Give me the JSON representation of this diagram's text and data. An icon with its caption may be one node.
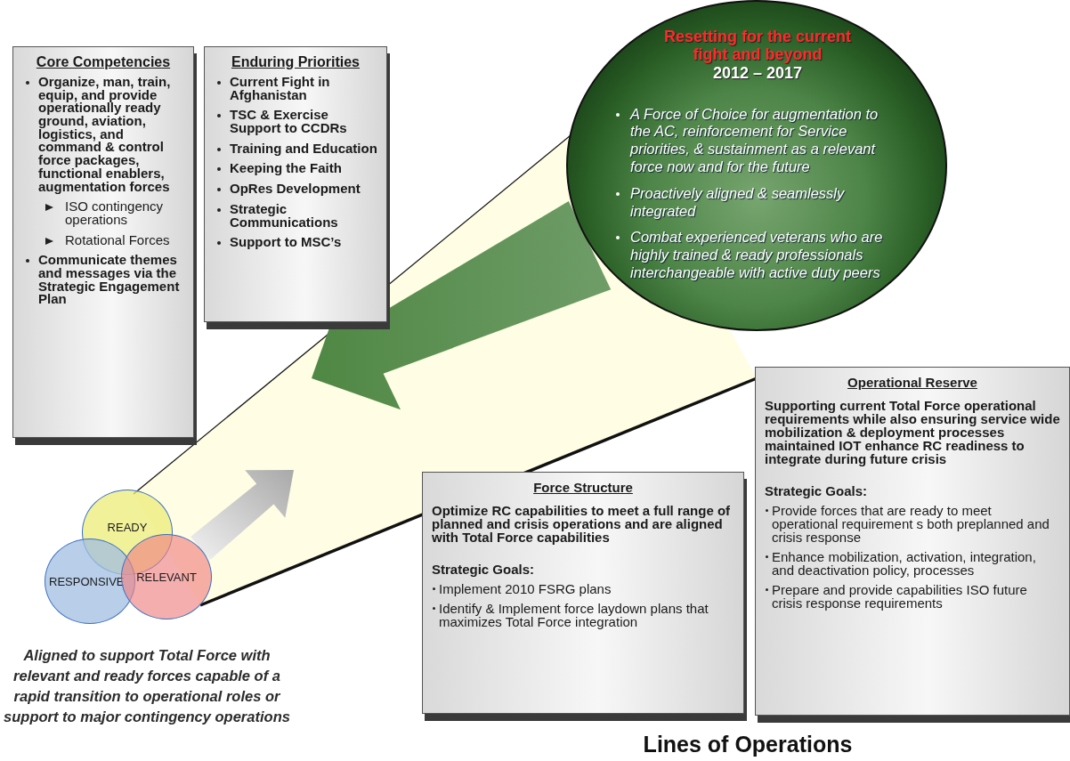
{
  "diagram": {
    "caption": "Lines of Operations",
    "nodes": [
      {
        "text": [
          "Core Competencies",
          "Organize, man, train, equip, and provide operationally ready ground, aviation, logistics, and command & control force packages, functional enablers, augmentation forces",
          "ISO contingency operations",
          "Rotational Forces",
          "Communicate themes and messages via the Strategic Engagement Plan"
        ]
      },
      {
        "text": [
          "Enduring Priorities",
          "Current Fight in Afghanistan",
          "TSC & Exercise Support to CCDRs",
          "Training and Education",
          "Keeping the Faith",
          "OpRes Development",
          "Strategic Communications",
          "Support to MSC’s"
        ]
      },
      {
        "text": [
          "Resetting for the current fight and beyond",
          "2012 – 2017",
          "A Force of Choice for augmentation to the AC, reinforcement for Service priorities, & sustainment as a relevant force now and for the future",
          "Proactively aligned & seamlessly integrated",
          "Combat experienced veterans who are highly trained & ready professionals interchangeable with active duty peers"
        ]
      },
      {
        "text": [
          "Operational Reserve",
          "Supporting current Total Force operational requirements while also ensuring service wide mobilization & deployment processes maintained IOT enhance RC readiness to integrate during future crisis",
          "Strategic Goals:",
          "Provide forces that are ready to meet operational requirement s both preplanned and crisis response",
          "Enhance mobilization, activation, integration, and deactivation policy, processes",
          "Prepare and provide capabilities ISO future crisis response requirements"
        ]
      },
      {
        "text": [
          "Force Structure",
          "Optimize RC capabilities to meet a full range of planned and crisis operations and are aligned with Total Force capabilities",
          "Strategic Goals:",
          "Implement 2010 FSRG plans",
          "Identify & Implement force laydown plans that maximizes Total Force integration"
        ]
      },
      {
        "text": [
          "READY"
        ]
      },
      {
        "text": [
          "RESPONSIVE"
        ]
      },
      {
        "text": [
          "RELEVANT"
        ]
      }
    ],
    "edges": [
      {
        "from": 7,
        "to": null,
        "arrow": "to"
      },
      {
        "from": 2,
        "to": null,
        "arrow": "to"
      }
    ],
    "labels": [
      "Aligned to support Total Force with relevant and ready forces capable of a rapid transition to operational roles or support to major contingency operations"
    ]
  }
}
